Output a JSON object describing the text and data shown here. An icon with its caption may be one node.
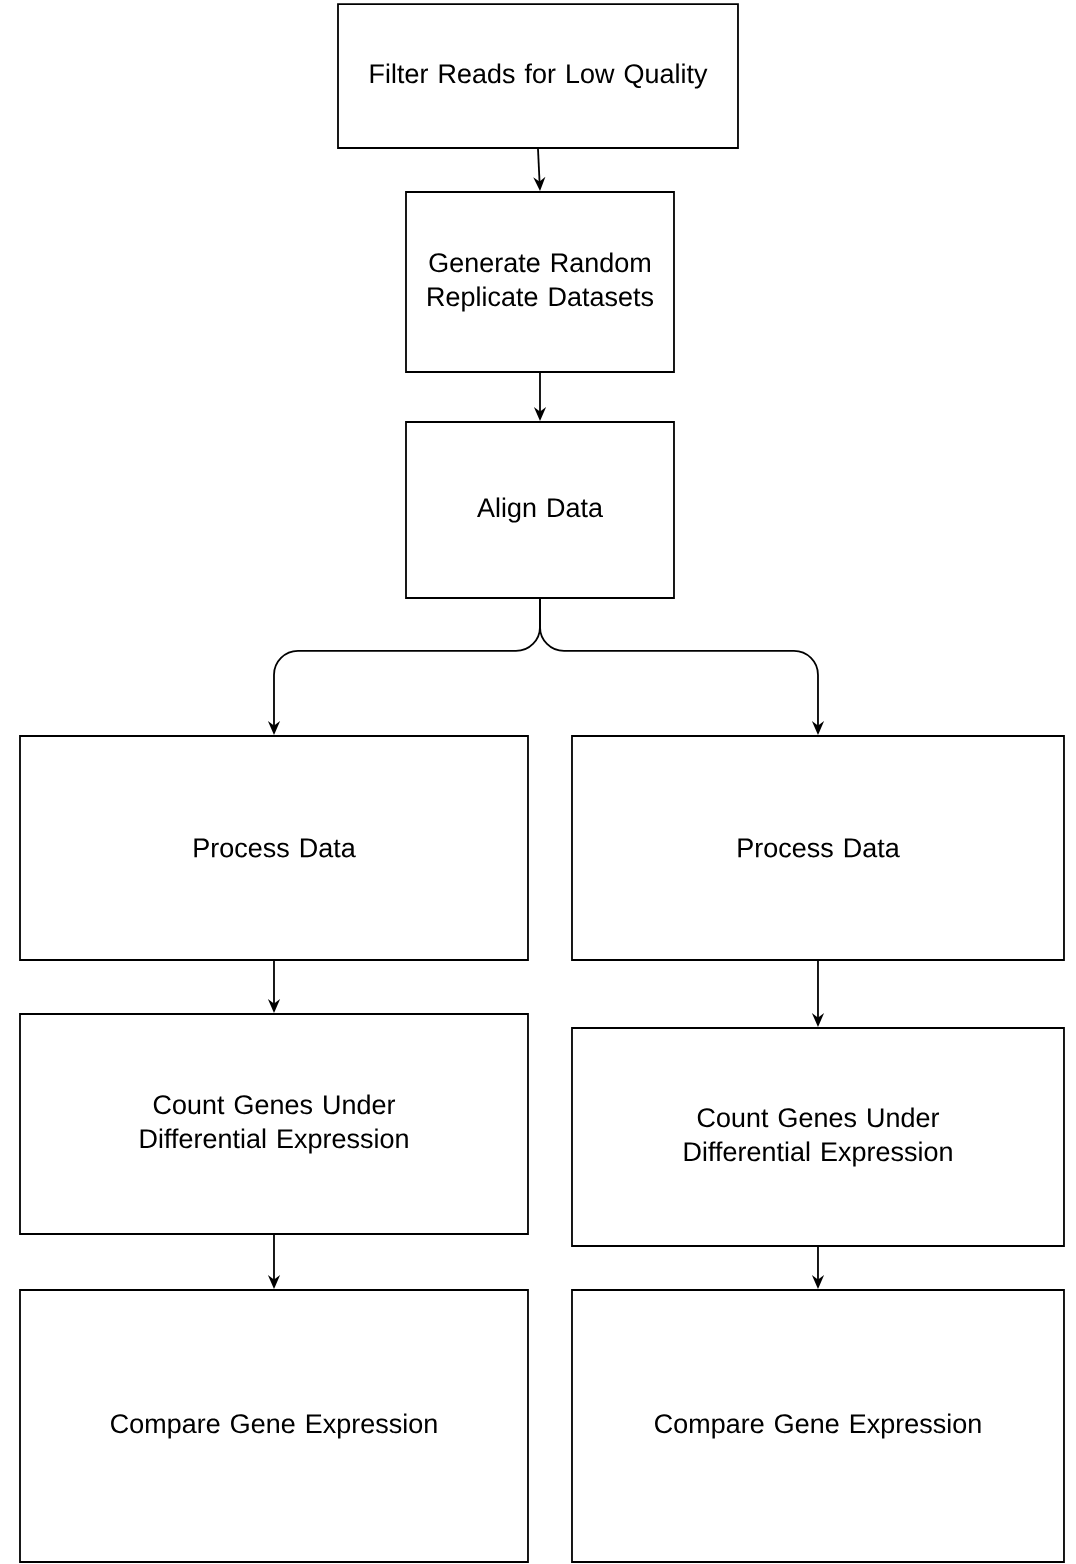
{
  "diagram": {
    "nodes": [
      {
        "text": [
          "Filter Reads for Low Quality"
        ]
      },
      {
        "text": [
          "Generate Random Replicate Datasets"
        ]
      },
      {
        "text": [
          "Align Data"
        ]
      },
      {
        "text": [
          "Process Data"
        ]
      },
      {
        "text": [
          "Process Data"
        ]
      },
      {
        "text": [
          "Count Genes Under Differential Expression"
        ]
      },
      {
        "text": [
          "Count Genes Under Differential Expression"
        ]
      },
      {
        "text": [
          "Compare Gene Expression"
        ]
      },
      {
        "text": [
          "Compare Gene Expression"
        ]
      }
    ],
    "edges": [
      {
        "from": 0,
        "to": 1,
        "arrow": "to"
      },
      {
        "from": 1,
        "to": 2,
        "arrow": "to"
      },
      {
        "from": 2,
        "to": 3,
        "arrow": "to"
      },
      {
        "from": 2,
        "to": 4,
        "arrow": "to"
      },
      {
        "from": 3,
        "to": 5,
        "arrow": "to"
      },
      {
        "from": 4,
        "to": 6,
        "arrow": "to"
      },
      {
        "from": 5,
        "to": 7,
        "arrow": "to"
      },
      {
        "from": 6,
        "to": 8,
        "arrow": "to"
      }
    ]
  }
}
